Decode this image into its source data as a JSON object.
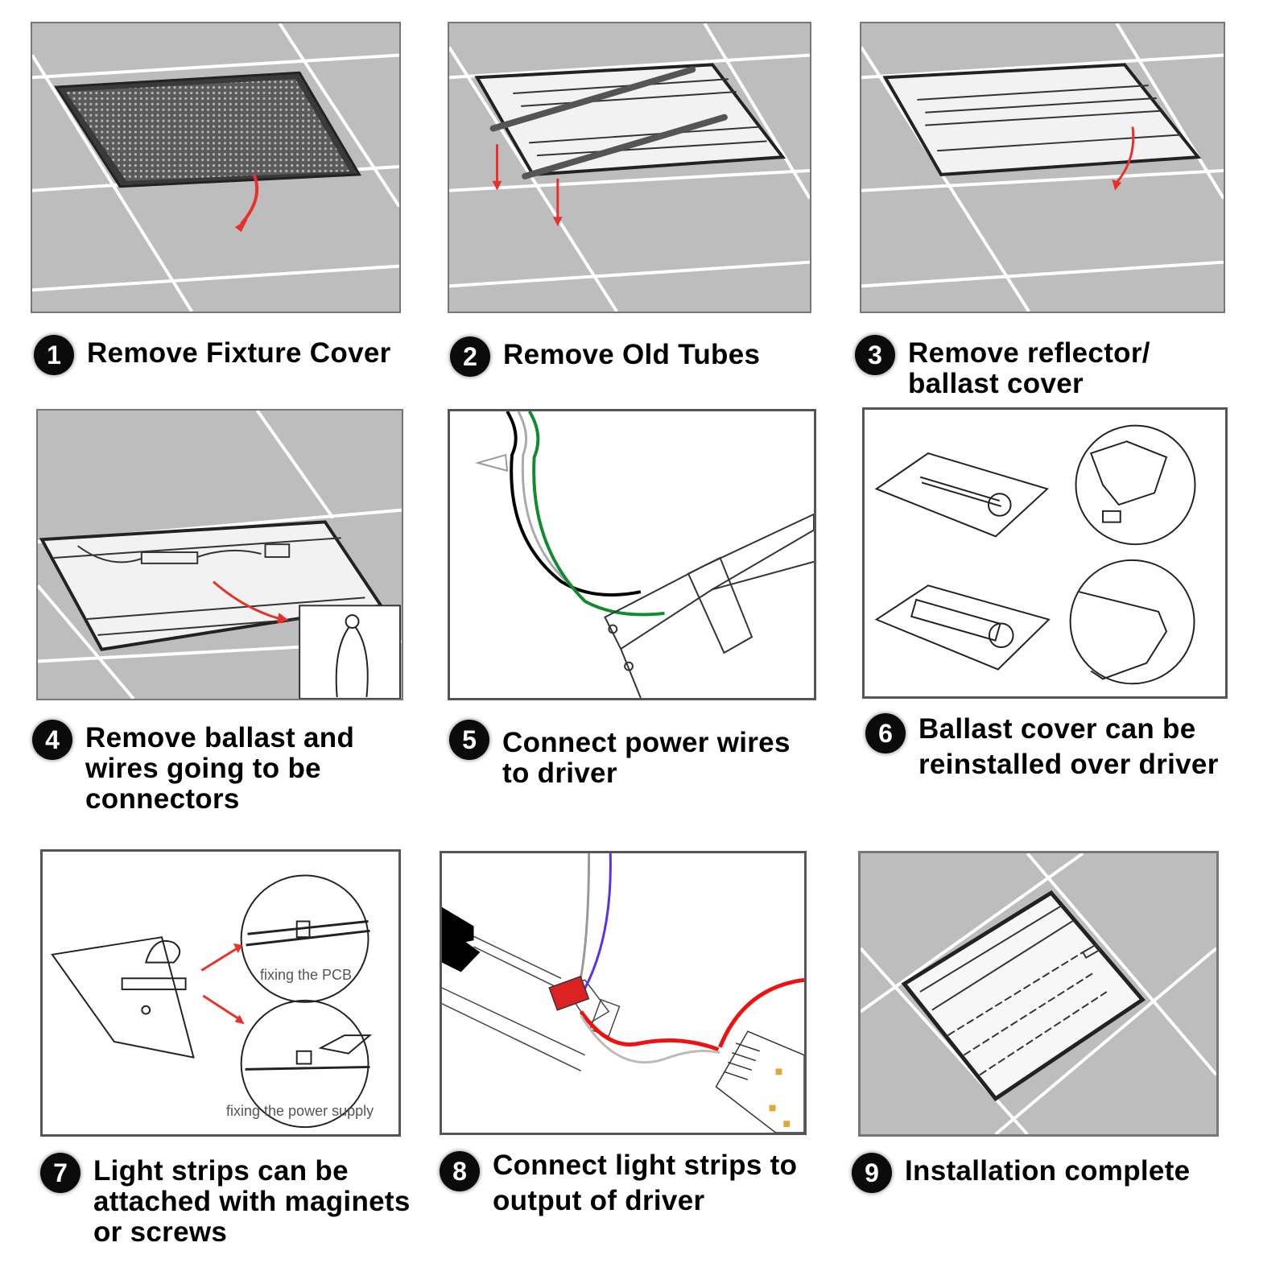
{
  "title": "LED retrofit installation steps",
  "colors": {
    "ceiling": "#bdbdbd",
    "grid": "#ffffff",
    "arrow": "#e8312b",
    "wire_green": "#138a2e",
    "wire_blue": "#5a2df0",
    "wire_red": "#ef1010",
    "badge": "#0b0b0b"
  },
  "steps": [
    {
      "number": "1",
      "label": "Remove Fixture Cover",
      "illustration": "ceiling-troffer-with-grille-cover"
    },
    {
      "number": "2",
      "label": "Remove Old Tubes",
      "illustration": "troffer-tubes-removal"
    },
    {
      "number": "3",
      "label": "Remove reflector/\nballast cover",
      "illustration": "troffer-reflector-removal"
    },
    {
      "number": "4",
      "label": "Remove ballast and\nwires going to be\nconnectors",
      "illustration": "ballast-removal-with-cutter"
    },
    {
      "number": "5",
      "label": "Connect power wires\n to driver",
      "illustration": "driver-wiring"
    },
    {
      "number": "6",
      "label": "Ballast cover can be\n reinstalled over driver",
      "illustration": "ballast-cover-detail"
    },
    {
      "number": "7",
      "label": "Light strips can be\nattached with maginets\nor screws",
      "illustration": "strip-mounting",
      "callouts": [
        "fixing the PCB",
        "fixing the power supply"
      ]
    },
    {
      "number": "8",
      "label": "Connect light strips to\noutput of driver",
      "illustration": "strip-to-driver-connection"
    },
    {
      "number": "9",
      "label": "Installation complete",
      "illustration": "completed-retrofit"
    }
  ]
}
